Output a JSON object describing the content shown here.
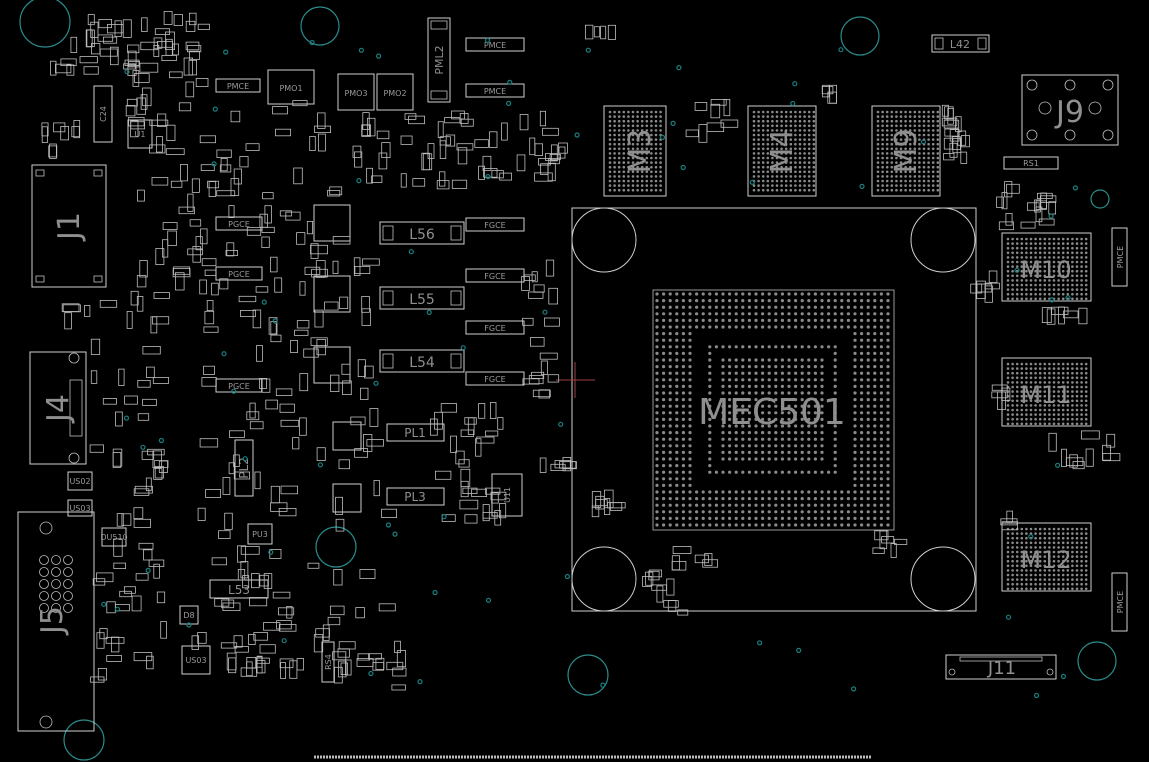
{
  "labels": {
    "j1": "J1",
    "j4": "J4",
    "j9": "J9",
    "j11": "J11",
    "j_left": "J5",
    "m3": "M3",
    "m4": "M4",
    "m9": "M9",
    "m10": "M10",
    "m11": "M11",
    "m12": "M12",
    "mec": "MEC501",
    "l56": "L56",
    "l55": "L55",
    "l54": "L54",
    "l53": "L53",
    "l42": "L42",
    "pl1": "PL1",
    "pl2": "PL2",
    "pl3": "PL3",
    "u11": "U11",
    "pmo1": "PMO1",
    "pmo2": "PMO2",
    "pmo3": "PMO3",
    "pml2": "PML2",
    "pmce_a": "PMCE",
    "pmce_b": "PMCE",
    "pmce_c": "PMCE",
    "pmce_d": "PMCE",
    "pmce_e": "PMCE",
    "pgce_a": "PGCE",
    "pgce_b": "PGCE",
    "pgce_c": "PGCE",
    "fgce_a": "FGCE",
    "fgce_b": "FGCE",
    "fgce_c": "FGCE",
    "fgce_d": "FGCE",
    "rs1": "RS1",
    "rs4": "RS4",
    "c24": "C24",
    "u1": "U1",
    "d8": "D8",
    "us03": "US03",
    "pu3": "PU3",
    "du510": "DU510",
    "us02": "US02",
    "us03b": "US03"
  },
  "colors": {
    "background": "#000000",
    "outline": "#cfcfcf",
    "via": "#1a7f7f"
  }
}
